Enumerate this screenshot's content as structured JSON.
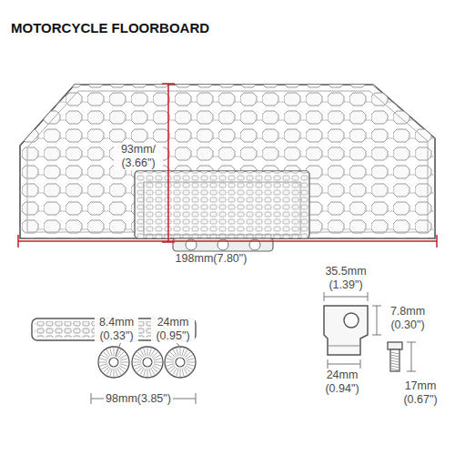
{
  "diagram": {
    "title": "MOTORCYCLE FLOORBOARD",
    "labels": [
      "93mm/ (3.66\")",
      "198mm(7.80\")",
      "8.4mm (0.33\")",
      "24mm (0.95\")",
      "98mm(3.85\")",
      "35.5mm (1.39\")",
      "7.8mm (0.30\")",
      "24mm (0.94\")",
      "17mm (0.67\")"
    ]
  }
}
